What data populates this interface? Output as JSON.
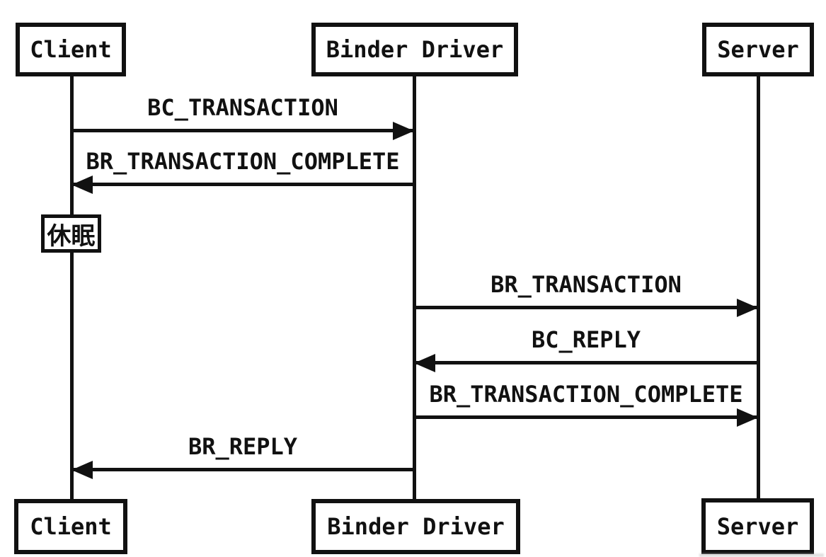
{
  "actors": {
    "client": "Client",
    "binder_driver": "Binder Driver",
    "server": "Server"
  },
  "sleep_label": "休眠",
  "messages": [
    {
      "label": "BC_TRANSACTION",
      "from": "Client",
      "to": "Binder Driver",
      "direction": "right"
    },
    {
      "label": "BR_TRANSACTION_COMPLETE",
      "from": "Binder Driver",
      "to": "Client",
      "direction": "left"
    },
    {
      "label": "BR_TRANSACTION",
      "from": "Binder Driver",
      "to": "Server",
      "direction": "right"
    },
    {
      "label": "BC_REPLY",
      "from": "Server",
      "to": "Binder Driver",
      "direction": "left"
    },
    {
      "label": "BR_TRANSACTION_COMPLETE",
      "from": "Binder Driver",
      "to": "Server",
      "direction": "right"
    },
    {
      "label": "BR_REPLY",
      "from": "Binder Driver",
      "to": "Client",
      "direction": "left"
    }
  ],
  "colors": {
    "line": "#111111",
    "background": "#ffffff",
    "text": "#111111"
  }
}
